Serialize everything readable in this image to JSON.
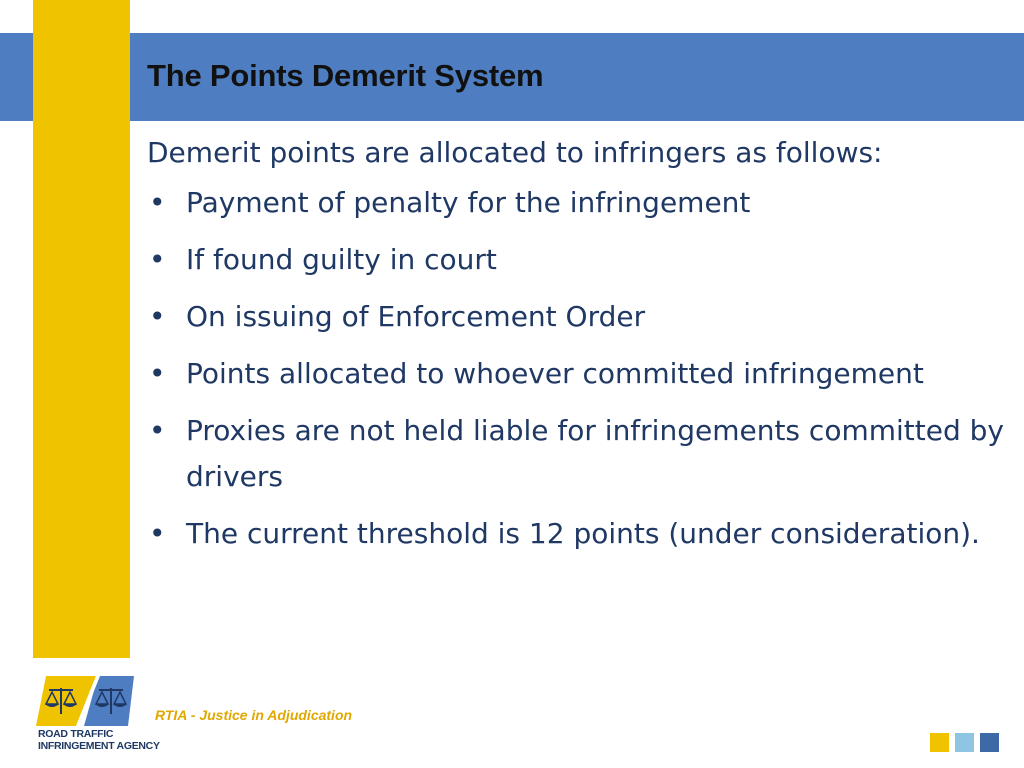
{
  "slide": {
    "title": "The Points Demerit System",
    "intro": "Demerit points are allocated to infringers as follows:",
    "bullets": [
      "Payment of penalty for the infringement",
      "If found guilty in court",
      "On issuing of Enforcement Order",
      "Points allocated to whoever committed infringement",
      "Proxies are not held liable for infringements committed by drivers",
      "The current threshold is 12 points (under consideration)."
    ]
  },
  "footer": {
    "tagline": "RTIA - Justice in Adjudication",
    "logo_line1": "ROAD TRAFFIC",
    "logo_line2": "INFRINGEMENT AGENCY"
  },
  "colors": {
    "title_band": "#4E7EC1",
    "accent_yellow": "#F0C300",
    "text_navy": "#1F3864",
    "square_1": "#F0C300",
    "square_2": "#8DC5E3",
    "square_3": "#3D6AA6"
  }
}
